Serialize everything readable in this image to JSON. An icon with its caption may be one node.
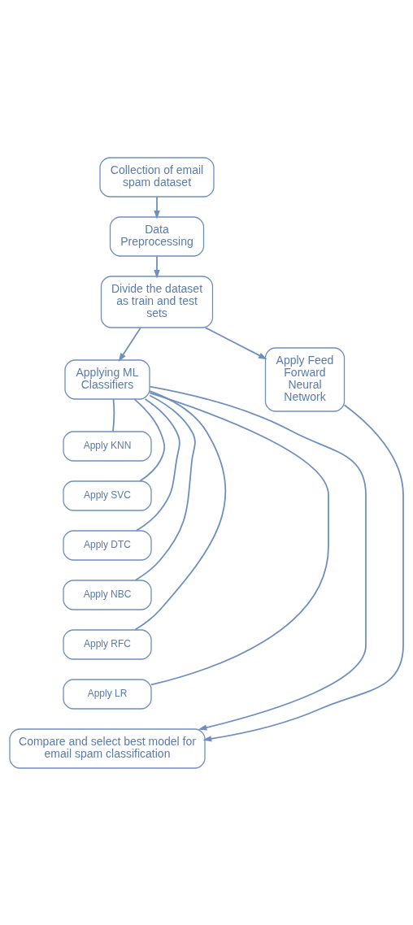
{
  "diagram": {
    "nodes": [
      {
        "text": [
          "Collection of email spam dataset"
        ]
      },
      {
        "text": [
          "Data Preprocessing"
        ]
      },
      {
        "text": [
          "Divide the dataset as train and test sets"
        ]
      },
      {
        "text": [
          "Applying ML Classifiers"
        ]
      },
      {
        "text": [
          "Apply Feed Forward Neural Network"
        ]
      },
      {
        "text": [
          "Apply KNN"
        ]
      },
      {
        "text": [
          "Apply SVC"
        ]
      },
      {
        "text": [
          "Apply DTC"
        ]
      },
      {
        "text": [
          "Apply NBC"
        ]
      },
      {
        "text": [
          "Apply RFC"
        ]
      },
      {
        "text": [
          "Apply LR"
        ]
      },
      {
        "text": [
          "Compare and select best model for email spam classification"
        ]
      }
    ],
    "edges": [
      {
        "from": 0,
        "to": 1,
        "arrow": "to"
      },
      {
        "from": 1,
        "to": 2,
        "arrow": "to"
      },
      {
        "from": 2,
        "to": 3,
        "arrow": "to"
      },
      {
        "from": 2,
        "to": 4,
        "arrow": "to"
      },
      {
        "from": 3,
        "to": 5,
        "arrow": "none"
      },
      {
        "from": 3,
        "to": 6,
        "arrow": "none"
      },
      {
        "from": 3,
        "to": 7,
        "arrow": "none"
      },
      {
        "from": 3,
        "to": 8,
        "arrow": "none"
      },
      {
        "from": 3,
        "to": 9,
        "arrow": "none"
      },
      {
        "from": 3,
        "to": 10,
        "arrow": "none"
      },
      {
        "from": 3,
        "to": 11,
        "arrow": "to"
      },
      {
        "from": 4,
        "to": 11,
        "arrow": "to"
      }
    ]
  }
}
